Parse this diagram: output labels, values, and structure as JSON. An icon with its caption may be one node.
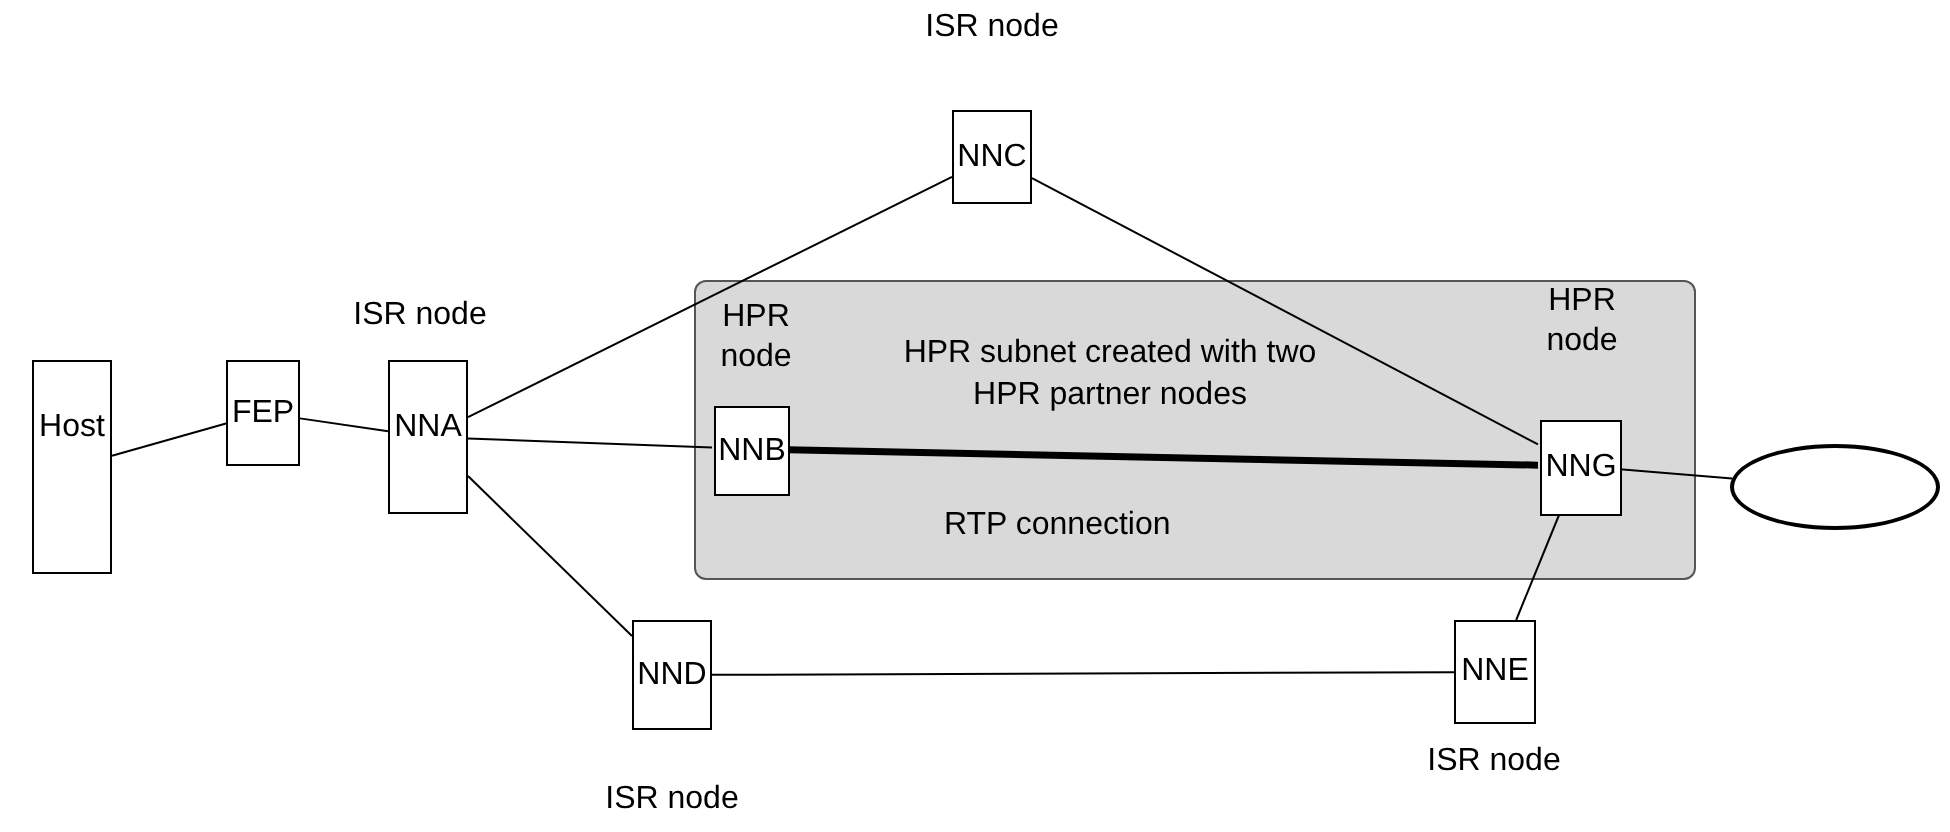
{
  "diagram": {
    "nodes": [
      {
        "text": [
          "Host"
        ]
      },
      {
        "text": [
          "FEP"
        ]
      },
      {
        "text": [
          "NNA"
        ],
        "beside": [
          "ISR node"
        ]
      },
      {
        "text": [
          "NNC"
        ],
        "beside": [
          "ISR node"
        ]
      },
      {
        "text": [
          "HPR subnet created with two HPR partner nodes"
        ]
      },
      {
        "text": [
          "NNB"
        ],
        "beside": [
          "HPR node"
        ],
        "in": 4
      },
      {
        "text": [
          "NNG"
        ],
        "beside": [
          "HPR node"
        ],
        "in": 4
      },
      {
        "text": [],
        "shape": "ellipse"
      },
      {
        "text": [
          "NND"
        ],
        "beside": [
          "ISR node"
        ]
      },
      {
        "text": [
          "NNE"
        ],
        "beside": [
          "ISR node"
        ]
      }
    ],
    "edges": [
      {
        "from": 0,
        "to": 1,
        "arrow": "none"
      },
      {
        "from": 1,
        "to": 2,
        "arrow": "none"
      },
      {
        "from": 2,
        "to": 3,
        "arrow": "none"
      },
      {
        "from": 3,
        "to": 6,
        "arrow": "none"
      },
      {
        "from": 2,
        "to": 5,
        "arrow": "none"
      },
      {
        "from": 5,
        "to": 6,
        "arrow": "none",
        "label": "RTP connection",
        "style": "thick"
      },
      {
        "from": 6,
        "to": 7,
        "arrow": "none"
      },
      {
        "from": 2,
        "to": 8,
        "arrow": "none"
      },
      {
        "from": 8,
        "to": 9,
        "arrow": "none"
      },
      {
        "from": 9,
        "to": 6,
        "arrow": "none"
      }
    ]
  }
}
